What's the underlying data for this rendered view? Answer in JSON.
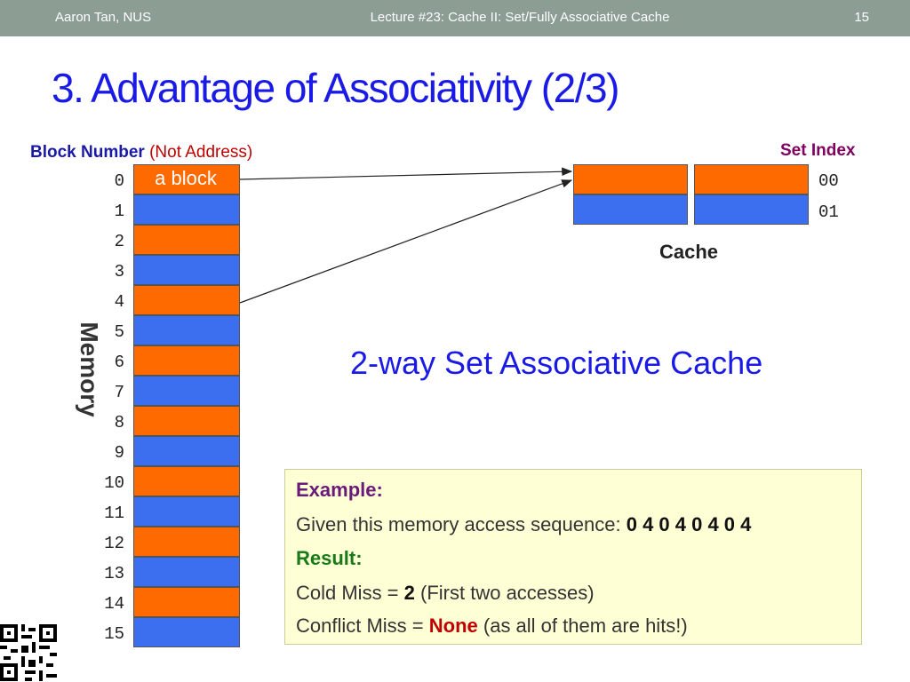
{
  "header": {
    "author": "Aaron Tan, NUS",
    "lecture": "Lecture #23: Cache II: Set/Fully Associative Cache",
    "page": "15"
  },
  "title": "3. Advantage of Associativity (2/3)",
  "memory": {
    "block_number_label": "Block Number",
    "not_address_label": "(Not Address)",
    "block_label": "a block",
    "side_label": "Memory",
    "rows": [
      "0",
      "1",
      "2",
      "3",
      "4",
      "5",
      "6",
      "7",
      "8",
      "9",
      "10",
      "11",
      "12",
      "13",
      "14",
      "15"
    ]
  },
  "cache": {
    "set_index_label": "Set Index",
    "indexes": [
      "00",
      "01"
    ],
    "label": "Cache"
  },
  "heading": "2-way Set Associative Cache",
  "example": {
    "title": "Example:",
    "given_text": "Given this memory access sequence: ",
    "sequence": "0 4 0 4 0 4 0 4",
    "result_title": "Result:",
    "cold_prefix": "Cold Miss = ",
    "cold_value": "2",
    "cold_suffix": " (First two accesses)",
    "conflict_prefix": "Conflict Miss = ",
    "conflict_value": "None",
    "conflict_suffix": " (as all of them are hits!)"
  },
  "colors": {
    "orange": "#ff6a00",
    "blue": "#3b6ff0",
    "title_blue": "#1a1ae6"
  }
}
